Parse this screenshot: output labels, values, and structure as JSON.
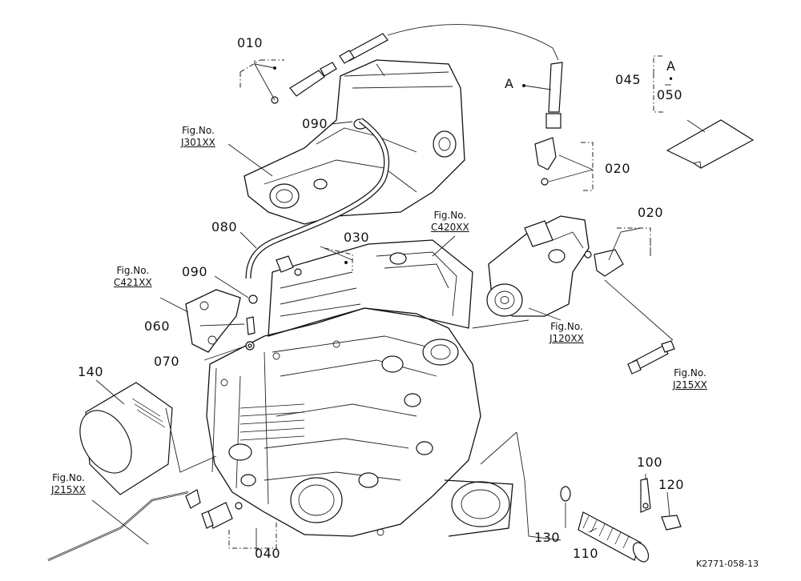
{
  "parts": {
    "p010": "010",
    "p090_top": "090",
    "p080": "080",
    "p030": "030",
    "p090_left": "090",
    "p060": "060",
    "p070": "070",
    "p140": "140",
    "p040": "040",
    "p020_top": "020",
    "p020_mid": "020",
    "p045": "045",
    "p050": "050",
    "pA_right": "A",
    "pA_left": "A",
    "p100": "100",
    "p120": "120",
    "p130": "130",
    "p110": "110"
  },
  "figrefs": {
    "j301": {
      "label": "Fig.No.",
      "code": "J301XX"
    },
    "c420": {
      "label": "Fig.No.",
      "code": "C420XX"
    },
    "c421": {
      "label": "Fig.No.",
      "code": "C421XX"
    },
    "j120": {
      "label": "Fig.No.",
      "code": "J120XX"
    },
    "j215_right": {
      "label": "Fig.No.",
      "code": "J215XX"
    },
    "j215_left": {
      "label": "Fig.No.",
      "code": "J215XX"
    }
  },
  "drawing_number": "K2771-058-13",
  "icons": [
    "transmission-case",
    "oil-filter",
    "hydraulic-pump",
    "hose",
    "label-sheet"
  ]
}
